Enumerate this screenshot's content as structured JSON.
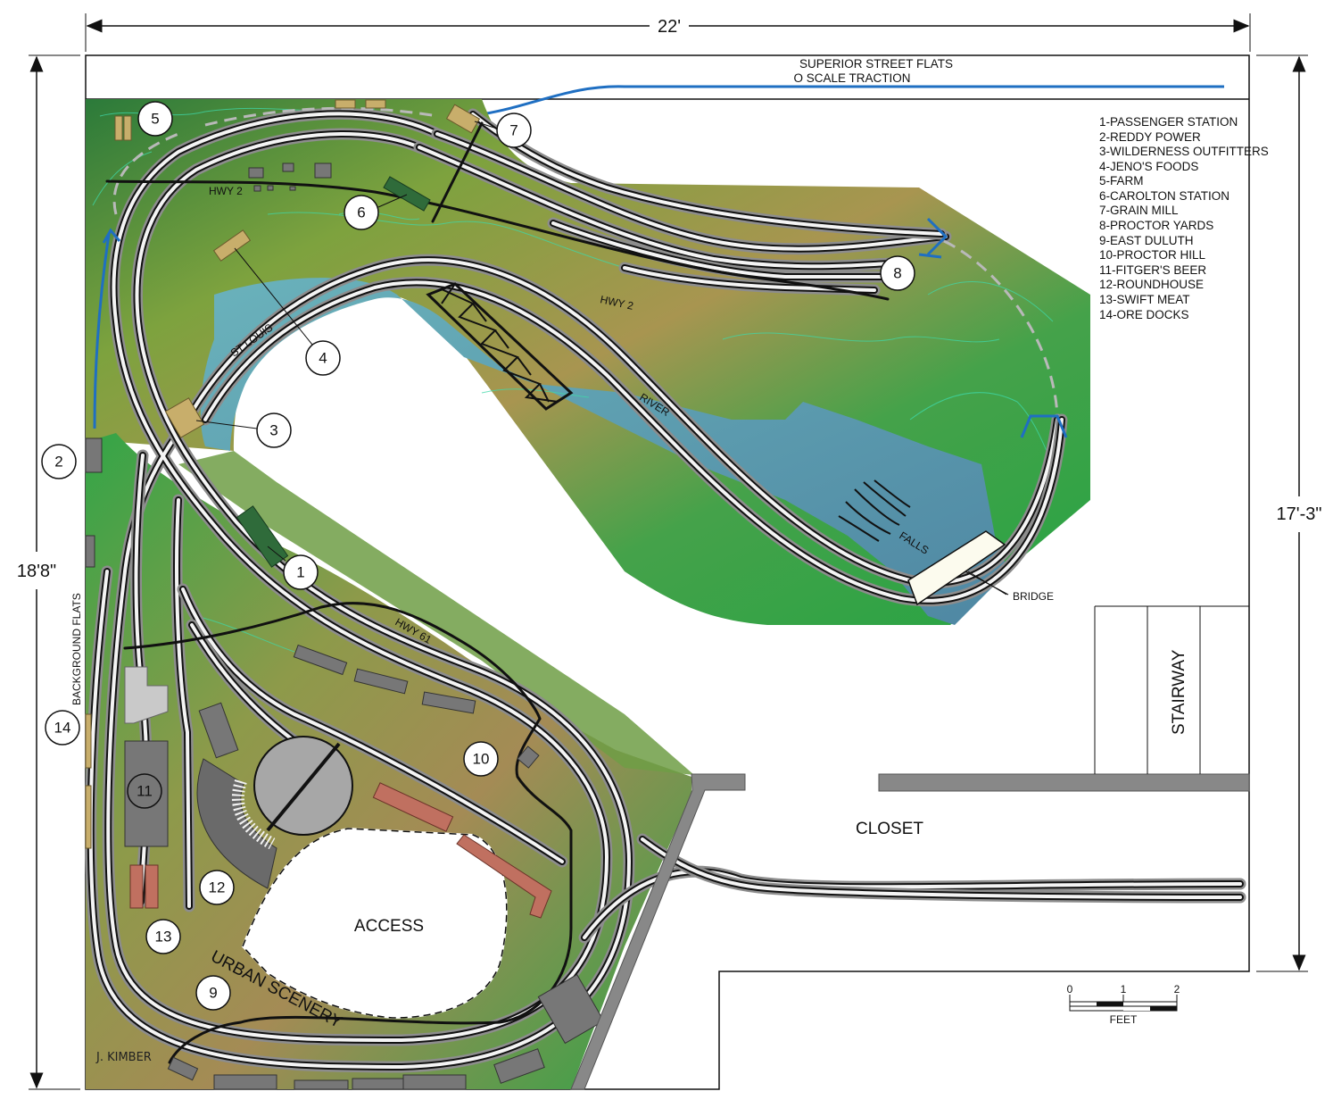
{
  "dimensions": {
    "width": "22'",
    "height_left": "18'8\"",
    "height_right": "17'-3\""
  },
  "top_flats": {
    "line1": "SUPERIOR STREET FLATS",
    "line2": "O SCALE TRACTION"
  },
  "legend": [
    "1-PASSENGER STATION",
    "2-REDDY POWER",
    "3-WILDERNESS OUTFITTERS",
    "4-JENO'S FOODS",
    "5-FARM",
    "6-CAROLTON STATION",
    "7-GRAIN MILL",
    "8-PROCTOR YARDS",
    "9-EAST DULUTH",
    "10-PROCTOR HILL",
    "11-FITGER'S BEER",
    "12-ROUNDHOUSE",
    "13-SWIFT MEAT",
    "14-ORE DOCKS"
  ],
  "markers": [
    "1",
    "2",
    "3",
    "4",
    "5",
    "6",
    "7",
    "8",
    "9",
    "10",
    "11",
    "12",
    "13",
    "14"
  ],
  "labels": {
    "hwy2_upper": "HWY 2",
    "hwy2_lower": "HWY 2",
    "hwy61": "HWY 61",
    "st_louis": "ST LOUIS",
    "river": "RIVER",
    "falls": "FALLS",
    "bridge": "BRIDGE",
    "stairway": "STAIRWAY",
    "closet": "CLOSET",
    "access": "ACCESS",
    "urban_scenery": "URBAN SCENERY",
    "background_flats": "BACKGROUND FLATS",
    "signature": "J. KIMBER"
  },
  "scale": {
    "tick0": "0",
    "tick1": "1",
    "tick2": "2",
    "unit": "FEET"
  },
  "colors": {
    "water": "#5f9fb1",
    "terrain_green": "#37a447",
    "terrain_brown": "#9d8c4a",
    "traction_line": "#1f6fc2"
  }
}
